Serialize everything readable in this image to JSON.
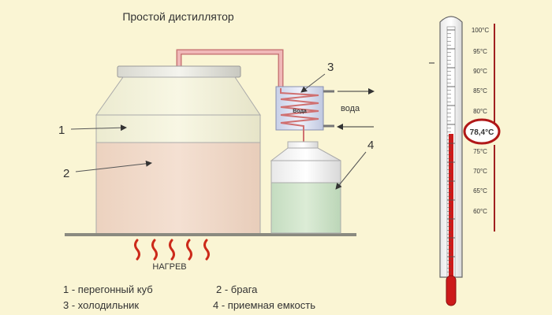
{
  "title": "Простой дистиллятор",
  "labels": {
    "n1": "1",
    "n2": "2",
    "n3": "3",
    "n4": "4",
    "coil_text": "Вода",
    "water": "вода",
    "heat": "НАГРЕВ"
  },
  "legend": {
    "item1": "1 - перегонный куб",
    "item2": "2 - брага",
    "item3": "3 - холодильник",
    "item4": "4 - приемная емкость"
  },
  "thermometer": {
    "ticks": [
      "100°C",
      "95°C",
      "90°C",
      "85°C",
      "80°C",
      "75°C",
      "70°C",
      "65°C",
      "60°C"
    ],
    "highlight": "78,4°C"
  },
  "colors": {
    "background": "#faf5d4",
    "pipe": "#e8a0a0",
    "liquid": "#f1d9c8",
    "vessel": "#f2f0d4",
    "receiver_liquid": "#c9dfc4",
    "heat": "#cc2a1a",
    "mercury": "#cc1a1a"
  }
}
